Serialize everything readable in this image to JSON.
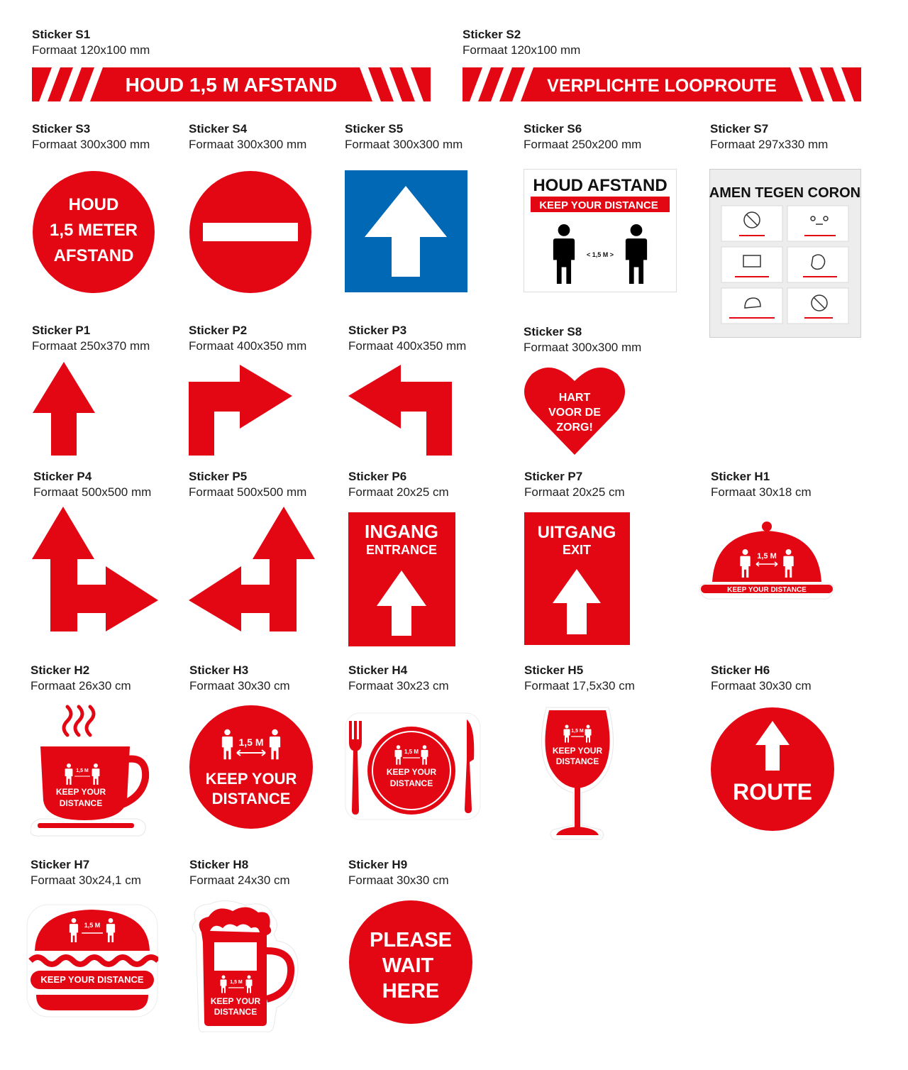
{
  "colors": {
    "red": "#E30613",
    "blue": "#0068B4",
    "white": "#FFFFFF",
    "black": "#000000"
  },
  "stickers": {
    "S1": {
      "name": "Sticker S1",
      "format": "Formaat 120x100 mm",
      "text": "HOUD 1,5 M AFSTAND"
    },
    "S2": {
      "name": "Sticker S2",
      "format": "Formaat 120x100 mm",
      "text": "VERPLICHTE LOOPROUTE"
    },
    "S3": {
      "name": "Sticker S3",
      "format": "Formaat 300x300 mm",
      "line1": "HOUD",
      "line2": "1,5 METER",
      "line3": "AFSTAND"
    },
    "S4": {
      "name": "Sticker S4",
      "format": "Formaat 300x300 mm",
      "icon": "no-entry-icon"
    },
    "S5": {
      "name": "Sticker S5",
      "format": "Formaat 300x300 mm",
      "icon": "arrow-up-icon"
    },
    "S6": {
      "name": "Sticker S6",
      "format": "Formaat 250x200 mm",
      "title": "HOUD AFSTAND",
      "subtitle": "KEEP YOUR DISTANCE",
      "distance": "< 1,5 M >"
    },
    "S7": {
      "name": "Sticker S7",
      "format": "Formaat 297x330 mm",
      "title": "SAMEN TEGEN CORONA"
    },
    "P1": {
      "name": "Sticker P1",
      "format": "Formaat 250x370 mm",
      "icon": "arrow-up-icon"
    },
    "P2": {
      "name": "Sticker P2",
      "format": "Formaat 400x350 mm",
      "icon": "arrow-turn-right-icon"
    },
    "P3": {
      "name": "Sticker P3",
      "format": "Formaat 400x350 mm",
      "icon": "arrow-turn-left-icon"
    },
    "S8": {
      "name": "Sticker S8",
      "format": "Formaat 300x300 mm",
      "line1": "HART",
      "line2": "VOOR DE",
      "line3": "ZORG!"
    },
    "P4": {
      "name": "Sticker P4",
      "format": "Formaat 500x500 mm",
      "icon": "arrow-split-right-icon"
    },
    "P5": {
      "name": "Sticker P5",
      "format": "Formaat 500x500 mm",
      "icon": "arrow-split-left-icon"
    },
    "P6": {
      "name": "Sticker P6",
      "format": "Formaat 20x25 cm",
      "line1": "INGANG",
      "line2": "ENTRANCE"
    },
    "P7": {
      "name": "Sticker P7",
      "format": "Formaat 20x25 cm",
      "line1": "UITGANG",
      "line2": "EXIT"
    },
    "H1": {
      "name": "Sticker H1",
      "format": "Formaat 30x18 cm",
      "distance": "1,5 M",
      "text": "KEEP YOUR DISTANCE"
    },
    "H2": {
      "name": "Sticker H2",
      "format": "Formaat 26x30 cm",
      "distance": "1,5 M",
      "line1": "KEEP YOUR",
      "line2": "DISTANCE"
    },
    "H3": {
      "name": "Sticker H3",
      "format": "Formaat 30x30 cm",
      "distance": "1,5 M",
      "line1": "KEEP YOUR",
      "line2": "DISTANCE"
    },
    "H4": {
      "name": "Sticker H4",
      "format": "Formaat 30x23 cm",
      "distance": "1,5 M",
      "line1": "KEEP YOUR",
      "line2": "DISTANCE"
    },
    "H5": {
      "name": "Sticker H5",
      "format": "Formaat 17,5x30 cm",
      "distance": "1,5 M",
      "line1": "KEEP YOUR",
      "line2": "DISTANCE"
    },
    "H6": {
      "name": "Sticker H6",
      "format": "Formaat 30x30 cm",
      "text": "ROUTE"
    },
    "H7": {
      "name": "Sticker H7",
      "format": "Formaat 30x24,1 cm",
      "distance": "1,5 M",
      "text": "KEEP YOUR DISTANCE"
    },
    "H8": {
      "name": "Sticker H8",
      "format": "Formaat 24x30 cm",
      "distance": "1,5 M",
      "line1": "KEEP YOUR",
      "line2": "DISTANCE"
    },
    "H9": {
      "name": "Sticker H9",
      "format": "Formaat 30x30 cm",
      "line1": "PLEASE",
      "line2": "WAIT",
      "line3": "HERE"
    }
  }
}
